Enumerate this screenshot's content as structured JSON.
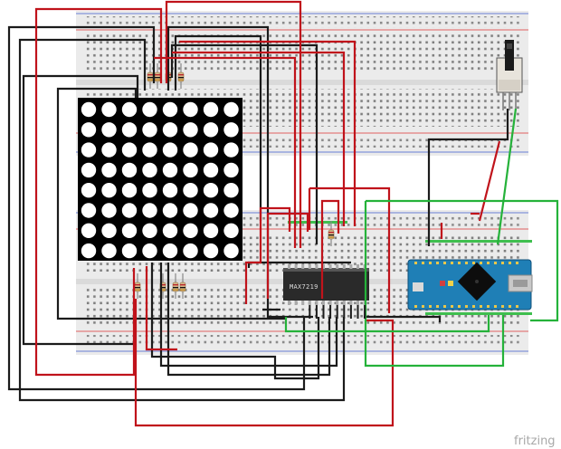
{
  "diagram": {
    "chip_label": "MAX7219",
    "brand": "fritzing",
    "matrix": {
      "rows": 8,
      "cols": 8
    },
    "colors": {
      "wire_red": "#c0131b",
      "wire_black": "#1b1b1b",
      "wire_green": "#25b23a",
      "board_blue": "#1f7fb6",
      "breadboard": "#e9e9e9",
      "rail_red": "#e06060",
      "rail_blue": "#6a7fd6"
    }
  }
}
